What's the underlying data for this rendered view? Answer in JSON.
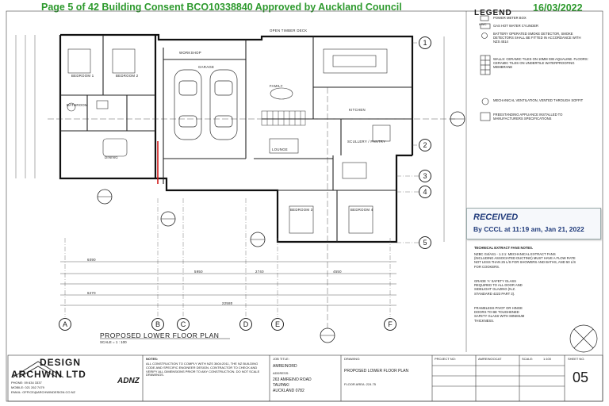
{
  "approval_stamp": {
    "text": "Page 5 of 42  Building Consent BCO10338840 Approved by Auckland Council",
    "date": "16/03/2022",
    "color": "#2e9a2e"
  },
  "legend": {
    "title": "LEGEND",
    "items": [
      {
        "symbol": "PMB",
        "text": "POWER METER BOX"
      },
      {
        "symbol": "HWC",
        "text": "GAS HOT WATER CYLINDER"
      },
      {
        "symbol": "SD",
        "text": "BATTERY OPERATED SMOKE DETECTOR, SMOKE DETECTORS SHALL BE FITTED IN ACCORDANCE WITH NZS 4514"
      },
      {
        "symbol": "TILE",
        "text": "WALLS: CERAMIC TILES ON 10MM GIB AQUALINE. FLOORS: CERAMIC TILES ON UNDERTILE WATERPROOFING MEMBRANE"
      },
      {
        "symbol": "MV",
        "text": "MECHANICAL VENTILATION, VENTED THROUGH SOFFIT"
      },
      {
        "symbol": "FP",
        "text": "FREESTANDING APPLIANCE INSTALLED TO MANUFACTURERS SPECIFICATIONS"
      }
    ]
  },
  "received_stamp": {
    "title": "RECEIVED",
    "line": "By CCCL at 11:19 am, Jan 21, 2022"
  },
  "notes": [
    "TECHNICAL EXTRACT FANS NOTES.",
    "NZBC G4/AS1 - 1.2.1: MECHANICAL EXTRACT FANS (INCLUDING ASSOCIATED DUCTING) MUST HAVE A FLOW RATE NOT LESS THAN 25 L/S FOR SHOWERS AND BATHS, AND 50 L/S FOR COOKERS.",
    "GRADE 'A' SAFETY GLASS REQUIRED TO ALL DOOR AND SIDELIGHT GLAZING (N.Z. STANDARD 4223 PART 3).",
    "FRAMELESS PIVOT OR HINGE DOORS TO BE TOUGHENED SAFETY GLASS WITH MINIMUM THICKNESS."
  ],
  "plan": {
    "title": "PROPOSED LOWER FLOOR PLAN",
    "scale": "SCALE = 1 : 100",
    "grid_columns": [
      "A",
      "B",
      "C",
      "D",
      "E",
      "F"
    ],
    "grid_rows": [
      "1",
      "2",
      "3",
      "4",
      "5"
    ],
    "rooms": [
      {
        "label": "BEDROOM 1"
      },
      {
        "label": "BEDROOM 2"
      },
      {
        "label": "BATHROOM"
      },
      {
        "label": "GARAGE"
      },
      {
        "label": "WORKSHOP"
      },
      {
        "label": "FAMILY"
      },
      {
        "label": "KITCHEN"
      },
      {
        "label": "LOUNGE"
      },
      {
        "label": "DINING"
      },
      {
        "label": "SCULLERY / PANTRY"
      },
      {
        "label": "BEDROOM 3"
      },
      {
        "label": "BEDROOM 4"
      },
      {
        "label": "OPEN TIMBER DECK"
      }
    ],
    "dimensions_bottom": [
      "6090",
      "6270",
      "5950",
      "2740",
      "4550",
      "22580"
    ]
  },
  "title_block": {
    "company": "ARCHWIN LTD",
    "company_word": "DESIGN",
    "phone": "PHONE: 09 634 3337",
    "mobile": "MOBILE: 021 262 7479",
    "email": "EMAIL: OFFICE@ARCHWINDESIGN.CO.NZ",
    "notes_header": "NOTES:",
    "notes_text": "ALL CONSTRUCTION TO COMPLY WITH NZS 3604:2011, THE NZ BUILDING CODE AND SPECIFIC ENGINEER DESIGN. CONTRACTOR TO CHECK AND VERIFY ALL DIMENSIONS PRIOR TO ANY CONSTRUCTION. DO NOT SCALE DRAWINGS.",
    "adnz": "ADNZ",
    "job_title_label": "JOB TITLE:",
    "client": "AMREINORD",
    "address_label": "ADDRESS:",
    "address_1": "263 AMREINO ROAD",
    "address_2": "TAUPAKI",
    "address_3": "AUCKLAND 0782",
    "drawing_label": "DRAWING:",
    "drawing_title": "PROPOSED LOWER FLOOR PLAN",
    "floor_area": "FLOOR AREA: 224.75",
    "project_no_label": "PROJECT NO:",
    "project_no": "AMREINOOCAT",
    "scale_label": "SCALE:",
    "scale": "1:100",
    "sheet_label": "SHEET NO.",
    "sheet_no": "05"
  }
}
